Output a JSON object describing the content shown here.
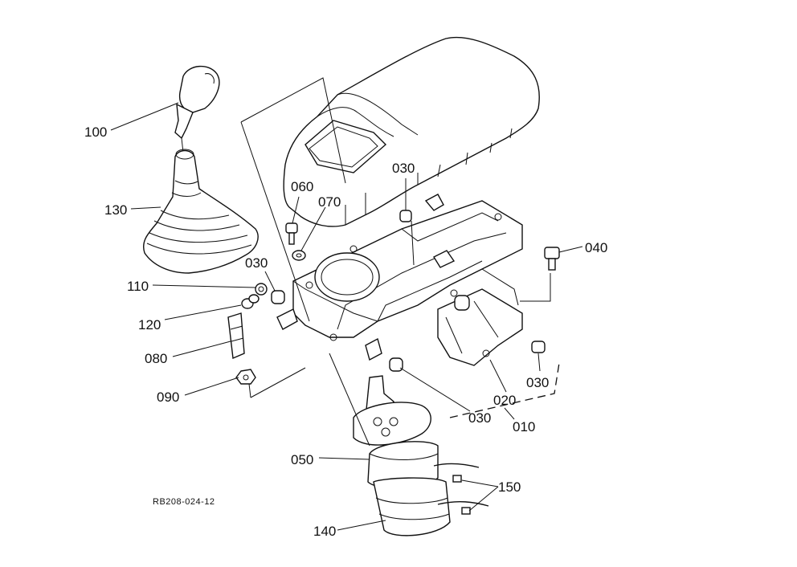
{
  "diagram": {
    "reference_code": "RB208-024-12",
    "labels": {
      "p100": "100",
      "p130": "130",
      "p110": "110",
      "p120": "120",
      "p080": "080",
      "p090": "090",
      "p060": "060",
      "p070": "070",
      "p030_top": "030",
      "p030_left": "030",
      "p040": "040",
      "p030_right": "030",
      "p020": "020",
      "p010": "010",
      "p030_bottom": "030",
      "p050": "050",
      "p150": "150",
      "p140": "140"
    }
  }
}
